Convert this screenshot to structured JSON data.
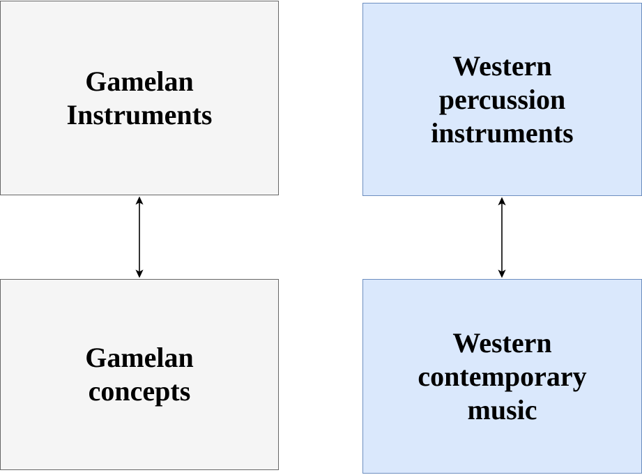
{
  "diagram": {
    "background_color": "#ffffff",
    "text_color": "#000000",
    "connector_color": "#000000",
    "nodes": [
      {
        "id": "gamelan-instruments",
        "label": "Gamelan\nInstruments",
        "fill_color": "#f5f5f5",
        "border_color": "#666666"
      },
      {
        "id": "western-percussion-instruments",
        "label": "Western\npercussion\ninstruments",
        "fill_color": "#dae8fc",
        "border_color": "#6c8ebf"
      },
      {
        "id": "gamelan-concepts",
        "label": "Gamelan\nconcepts",
        "fill_color": "#f5f5f5",
        "border_color": "#666666"
      },
      {
        "id": "western-contemporary-music",
        "label": "Western\ncontemporary\nmusic",
        "fill_color": "#dae8fc",
        "border_color": "#6c8ebf"
      }
    ],
    "connectors": [
      {
        "id": "left-vertical-connector",
        "from": "gamelan-instruments",
        "to": "gamelan-concepts",
        "style": "double-headed-arrow"
      },
      {
        "id": "right-vertical-connector",
        "from": "western-percussion-instruments",
        "to": "western-contemporary-music",
        "style": "double-headed-arrow"
      }
    ]
  }
}
